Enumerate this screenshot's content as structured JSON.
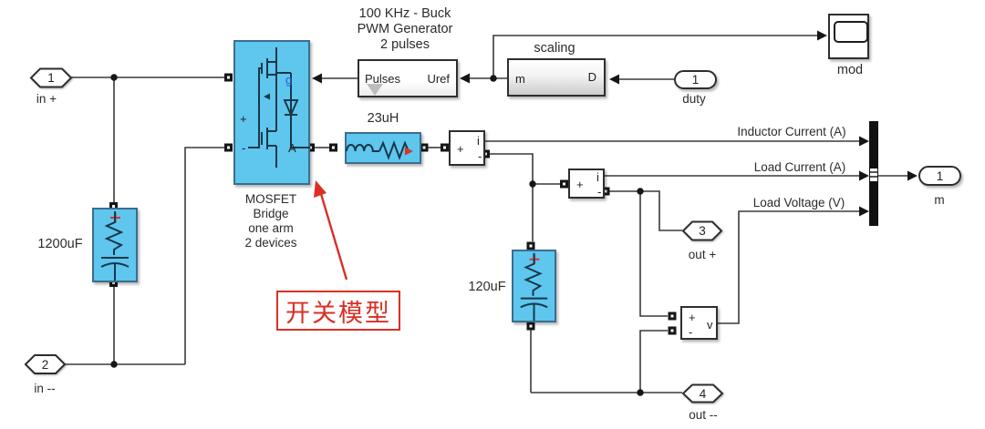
{
  "colors": {
    "highlight_blue": "#5FC6EE",
    "blue_border": "#3A6E8F",
    "annotation_red": "#D93025",
    "wire": "#3A3A3A",
    "gate_label_blue": "#2A5CC8"
  },
  "ports": {
    "in_plus": {
      "number": "1",
      "label": "in +"
    },
    "in_minus": {
      "number": "2",
      "label": "in --"
    },
    "out_plus": {
      "number": "3",
      "label": "out +"
    },
    "out_minus": {
      "number": "4",
      "label": "out --"
    },
    "duty": {
      "number": "1",
      "label": "duty"
    },
    "m_out": {
      "number": "1",
      "label": "m"
    }
  },
  "blocks": {
    "mosfet": {
      "caption_line1": "MOSFET",
      "caption_line2": "Bridge",
      "caption_line3": "one arm",
      "caption_line4": "2 devices",
      "plus": "+",
      "minus": "-",
      "gate": "g",
      "anode": "A"
    },
    "pwm": {
      "title_line1": "100 KHz - Buck",
      "title_line2": "PWM Generator",
      "title_line3": "2 pulses",
      "out_label": "Pulses",
      "in_label": "Uref"
    },
    "scaling": {
      "title": "scaling",
      "in_label": "m",
      "out_label": "D"
    },
    "scope": {
      "label": "mod"
    },
    "input_cap": {
      "label": "1200uF"
    },
    "output_cap": {
      "label": "120uF"
    },
    "inductor": {
      "label": "23uH"
    },
    "inductor_current_sensor": {
      "plus": "+",
      "minus": "-",
      "out": "i"
    },
    "load_current_sensor": {
      "plus": "+",
      "minus": "-",
      "out": "i"
    },
    "load_voltage_sensor": {
      "plus": "+",
      "minus": "-",
      "out": "v"
    }
  },
  "signals": {
    "inductor_current": "Inductor Current (A)",
    "load_current": "Load Current (A)",
    "load_voltage": "Load Voltage (V)"
  },
  "annotation": {
    "text": "开关模型"
  }
}
